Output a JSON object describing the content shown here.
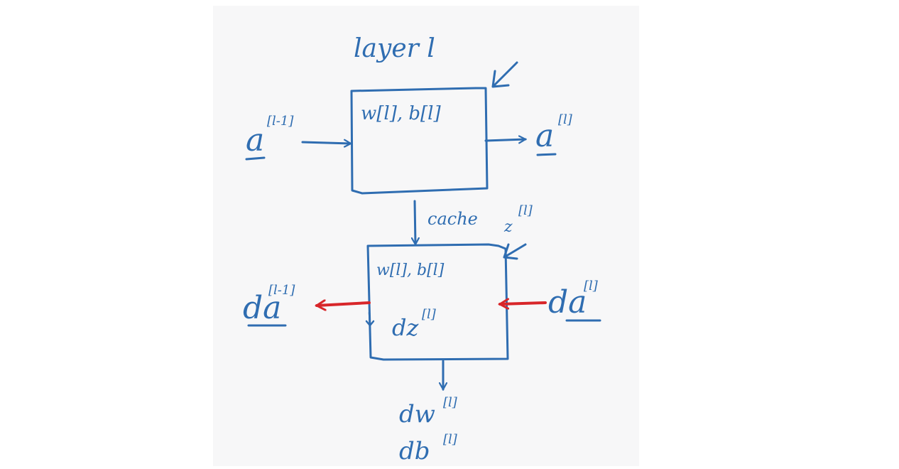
{
  "colors": {
    "ink": "#2f6db1",
    "backward_arrow": "#d8262a",
    "board": "#f7f7f8"
  },
  "title": "layer l",
  "forward": {
    "input": {
      "base": "a",
      "sup": "[l-1]"
    },
    "params": "w[l], b[l]",
    "output": {
      "base": "a",
      "sup": "[l]"
    }
  },
  "cache": {
    "label": "cache",
    "value": {
      "base": "z",
      "sup": "[l]"
    }
  },
  "backward": {
    "params": "w[l], b[l]",
    "inner": {
      "base": "dz",
      "sup": "[l]"
    },
    "input": {
      "base": "da",
      "sup": "[l]"
    },
    "output": {
      "base": "da",
      "sup": "[l-1]"
    },
    "grad_w": {
      "base": "dw",
      "sup": "[l]"
    },
    "grad_b": {
      "base": "db",
      "sup": "[l]"
    }
  }
}
